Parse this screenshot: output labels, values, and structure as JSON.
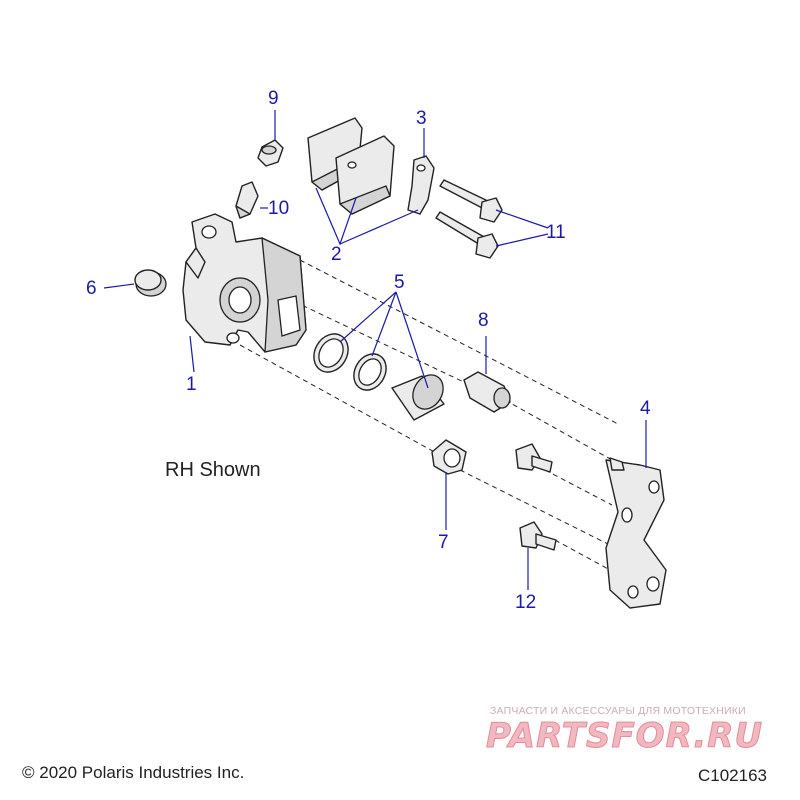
{
  "callouts": {
    "c1": "1",
    "c2": "2",
    "c3": "3",
    "c4": "4",
    "c5": "5",
    "c6": "6",
    "c7": "7",
    "c8": "8",
    "c9": "9",
    "c10": "10",
    "c11": "11",
    "c12": "12"
  },
  "caption": "RH Shown",
  "copyright": "© 2020 Polaris Industries Inc.",
  "diagram_code": "C102163",
  "watermark": {
    "tagline": "ЗАПЧАСТИ И АКСЕССУАРЫ ДЛЯ МОТОТЕХНИКИ",
    "logo": "PARTSFOR.RU"
  },
  "colors": {
    "part_fill": "#ebebeb",
    "part_stroke": "#222222",
    "callout": "#1a1aa6",
    "watermark": "#f1b8bf"
  }
}
